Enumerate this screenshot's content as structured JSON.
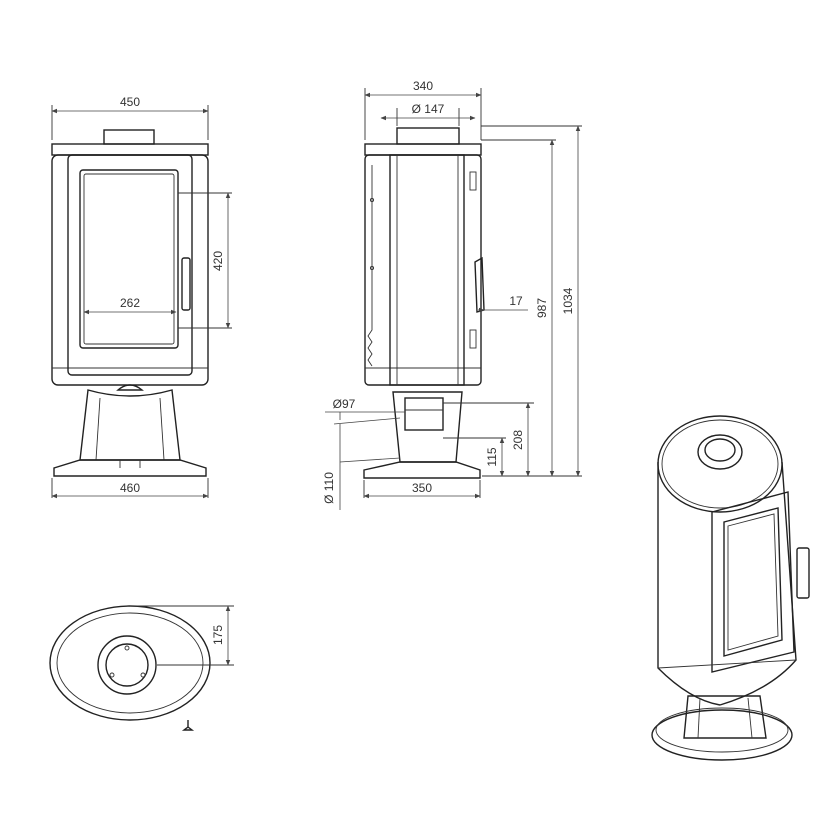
{
  "dimensions": {
    "front_width": "450",
    "front_base": "460",
    "glass_height": "420",
    "glass_width": "262",
    "side_depth": "340",
    "flue_top": "Ø 147",
    "handle_offset": "17",
    "height_987": "987",
    "height_1034": "1034",
    "rear_outlet": "Ø97",
    "outlet_208": "208",
    "outlet_115": "115",
    "air_inlet": "Ø 110",
    "side_base": "350",
    "plan_offset": "175"
  },
  "colors": {
    "line": "#222222",
    "background": "#ffffff"
  }
}
